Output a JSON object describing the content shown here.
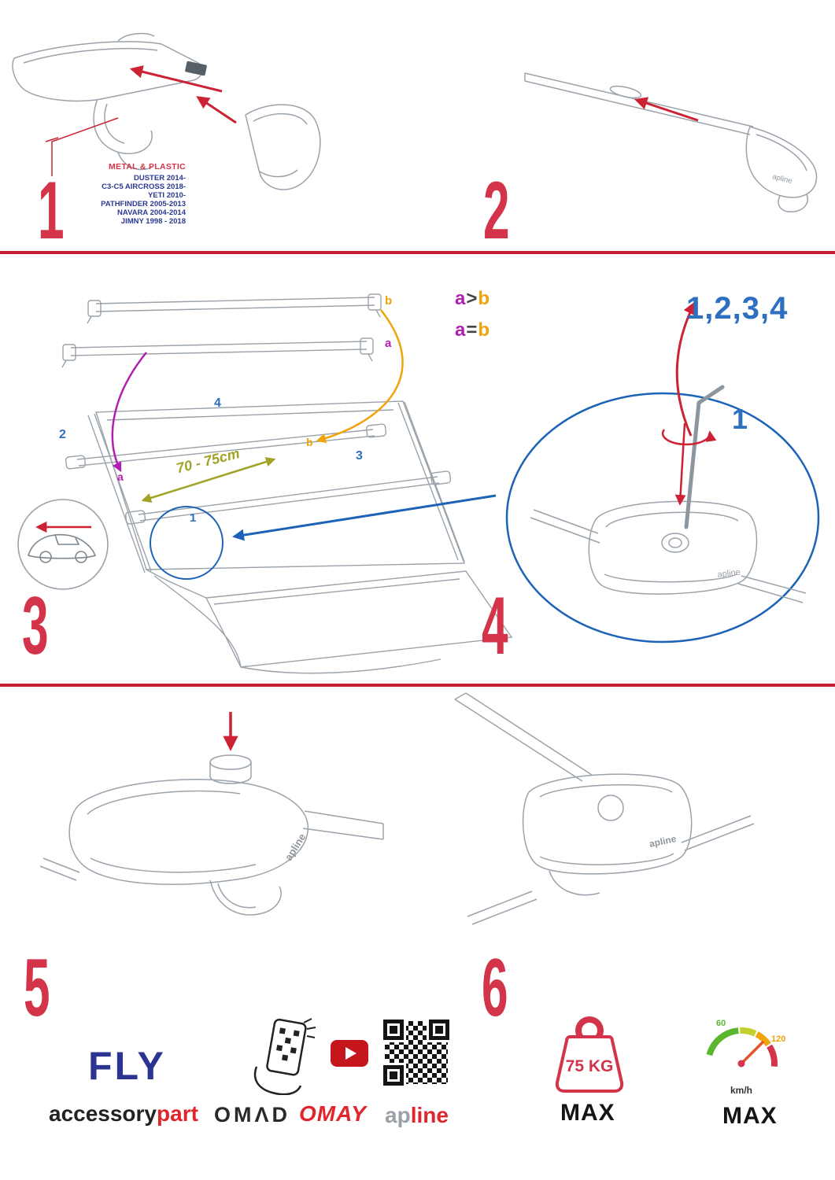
{
  "colors": {
    "step_number_red": "#d3344a",
    "divider_red": "#c51f35",
    "model_text_blue": "#2b3990",
    "callout_blue": "#2e6fc0",
    "label_purple": "#b01fb0",
    "label_orange": "#f0a30a",
    "distance_olive": "#a0a325",
    "brand_red": "#e0252c"
  },
  "step1": {
    "number": "1",
    "material_label": "METAL & PLASTIC",
    "models": [
      "DUSTER 2014-",
      "C3-C5 AIRCROSS 2018-",
      "YETI 2010-",
      "PATHFINDER 2005-2013",
      "NAVARA 2004-2014",
      "JIMNY 1998 - 2018"
    ]
  },
  "step2": {
    "number": "2"
  },
  "step3": {
    "number": "3",
    "bar_label_b": "b",
    "bar_label_a": "a",
    "formula_gt": {
      "a": "a",
      "op": ">",
      "b": "b"
    },
    "formula_eq": {
      "a": "a",
      "op": "=",
      "b": "b"
    },
    "distance": "70 - 75cm",
    "position_1": "1",
    "position_2": "2",
    "position_3": "3",
    "position_4": "4",
    "roof_label_a": "a",
    "roof_label_b": "b"
  },
  "step4": {
    "number": "4",
    "tighten_sequence": "1,2,3,4",
    "callout": "1"
  },
  "step5": {
    "number": "5"
  },
  "step6": {
    "number": "6"
  },
  "branding": {
    "clamp_logo": "apline",
    "fly": "FLY",
    "accessory": "accessory",
    "part": "part",
    "omad": "OMΛD",
    "omay": "OMAY",
    "apline_ap": "ap",
    "apline_line": "line"
  },
  "limits": {
    "max_weight": "75 KG",
    "weight_max_label": "MAX",
    "speed_tick_60": "60",
    "speed_tick_120": "120",
    "speed_unit": "km/h",
    "speed_max_label": "MAX"
  }
}
